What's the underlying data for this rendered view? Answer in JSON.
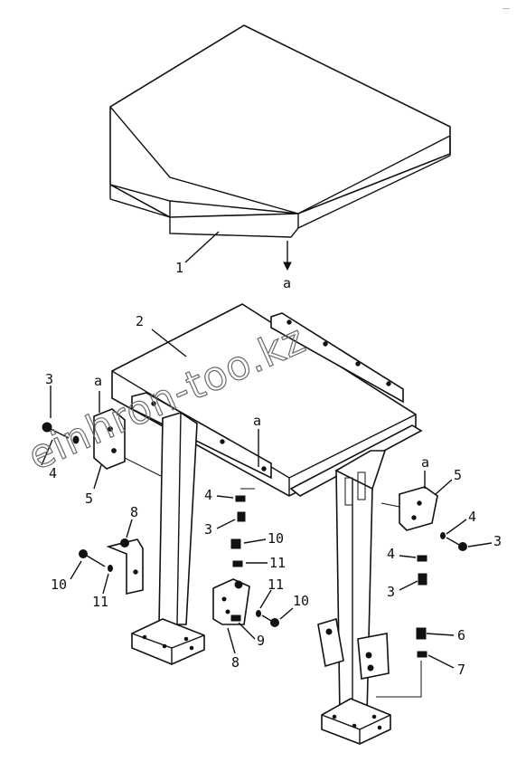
{
  "labels": {
    "part_1": "1",
    "part_2": "2",
    "ref_a_top": "a",
    "ref_a_left": "a",
    "ref_a_center": "a",
    "ref_a_right": "a",
    "callout_3_left": "3",
    "callout_4_left": "4",
    "callout_5_left": "5",
    "callout_8_left": "8",
    "callout_10_left": "10",
    "callout_11_left": "11",
    "callout_4_center": "4",
    "callout_3_center": "3",
    "callout_10_center": "10",
    "callout_11_center": "11",
    "callout_11_center_lower": "11",
    "callout_10_center_right": "10",
    "callout_9_center": "9",
    "callout_8_center": "8",
    "callout_5_right": "5",
    "callout_4_right": "4",
    "callout_3_right": "3",
    "callout_4_right_lower": "4",
    "callout_3_right_lower": "3",
    "callout_6_right": "6",
    "callout_7_right": "7"
  },
  "watermark": "einhron-too.kz",
  "corner_mark": "—"
}
